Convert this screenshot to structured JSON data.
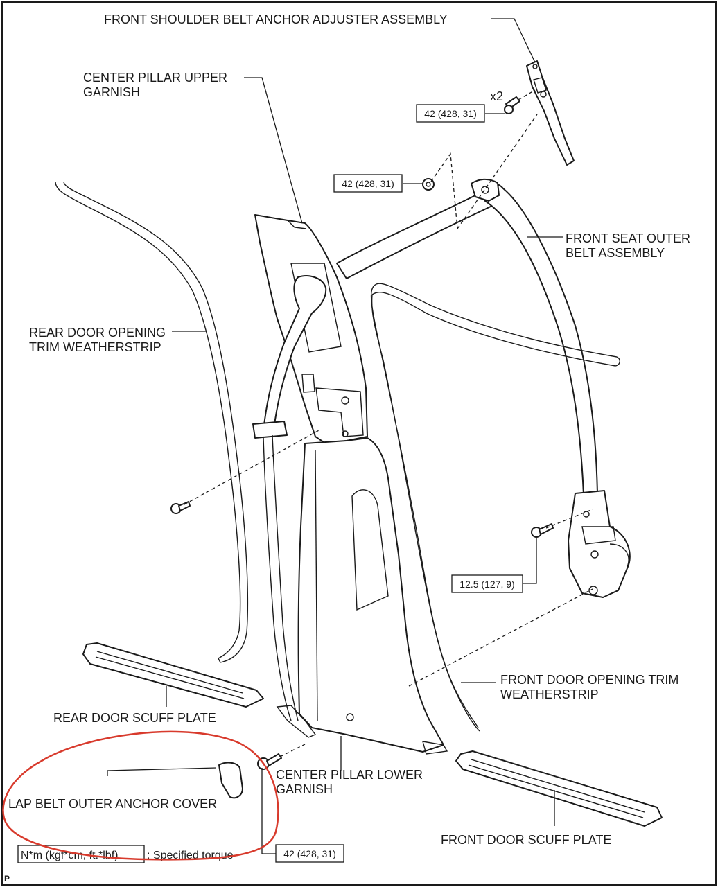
{
  "labels": {
    "front_shoulder_belt_anchor_adjuster": "FRONT SHOULDER BELT ANCHOR ADJUSTER ASSEMBLY",
    "center_pillar_upper_garnish_line1": "CENTER PILLAR UPPER",
    "center_pillar_upper_garnish_line2": "GARNISH",
    "front_seat_outer_belt_line1": "FRONT SEAT OUTER",
    "front_seat_outer_belt_line2": "BELT ASSEMBLY",
    "rear_door_opening_trim_line1": "REAR DOOR OPENING",
    "rear_door_opening_trim_line2": "TRIM WEATHERSTRIP",
    "front_door_opening_trim_line1": "FRONT DOOR OPENING TRIM",
    "front_door_opening_trim_line2": "WEATHERSTRIP",
    "rear_door_scuff_plate": "REAR DOOR SCUFF PLATE",
    "center_pillar_lower_garnish_line1": "CENTER PILLAR LOWER",
    "center_pillar_lower_garnish_line2": "GARNISH",
    "lap_belt_outer_anchor_cover": "LAP BELT OUTER ANCHOR COVER",
    "front_door_scuff_plate": "FRONT DOOR SCUFF PLATE"
  },
  "torques": {
    "shoulder_anchor_bolts": "42 (428, 31)",
    "shoulder_anchor_bolts_qty": "x2",
    "belt_upper_nut": "42 (428, 31)",
    "retractor_bolt": "12.5 (127, 9)",
    "lower_anchor_bolt": "42 (428, 31)"
  },
  "legend": {
    "unit": "N*m (kgf*cm, ft.*lbf)",
    "description": ": Specified torque"
  },
  "corner_mark": "P",
  "colors": {
    "line": "#1a1a1a",
    "highlight_circle": "#d83a2c",
    "background": "#ffffff"
  }
}
